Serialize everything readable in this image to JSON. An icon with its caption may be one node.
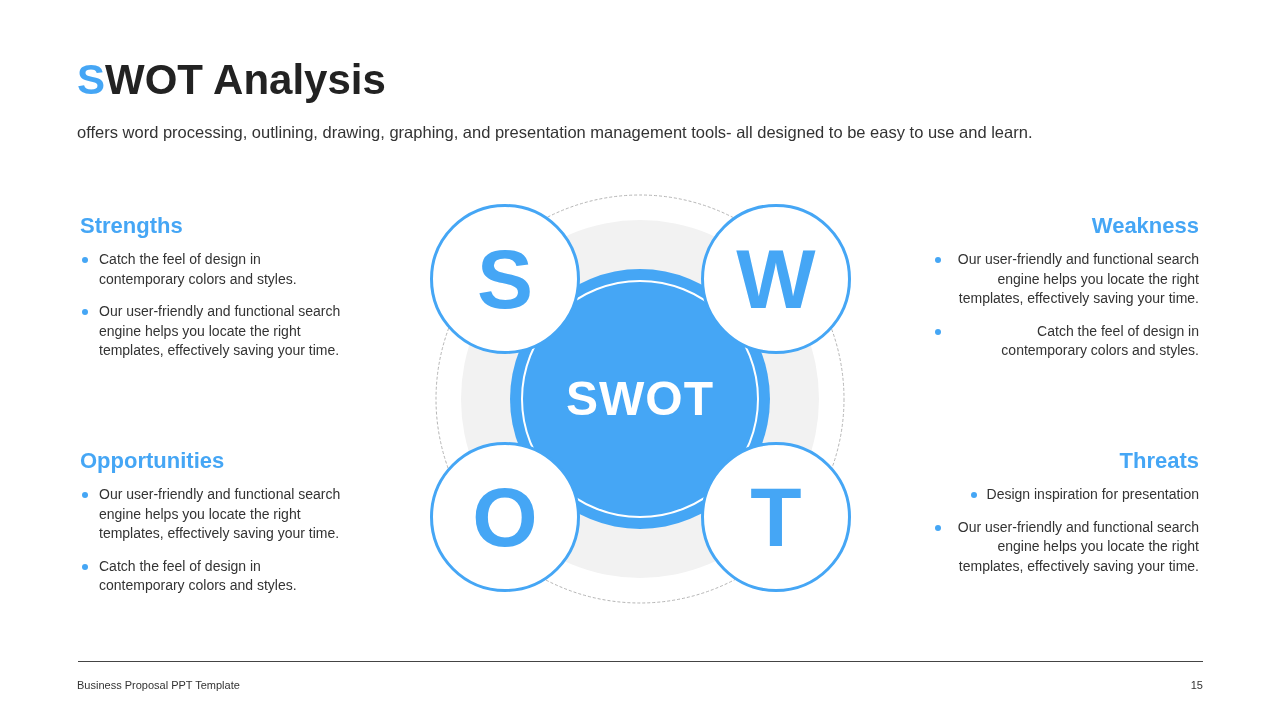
{
  "diagram": {
    "title": "SWOT Analysis",
    "nodes": [
      {
        "text": [
          "SWOT"
        ]
      },
      {
        "text": [
          "S"
        ]
      },
      {
        "text": [
          "W"
        ]
      },
      {
        "text": [
          "O"
        ]
      },
      {
        "text": [
          "T"
        ]
      }
    ],
    "labels": [
      "offers word processing, outlining, drawing, graphing, and presentation management tools- all designed to be easy to use and learn.",
      "Strengths",
      "Catch the feel of design in contemporary colors and styles.",
      "Our user-friendly and functional search engine helps you locate the right templates, effectively saving your time.",
      "Weakness",
      "Our user-friendly and functional search engine helps you locate the right templates, effectively saving your time.",
      "Catch the feel of design in contemporary colors and styles.",
      "Opportunities",
      "Our user-friendly and functional search engine helps you locate the right templates, effectively saving your time.",
      "Catch the feel of design in contemporary colors and styles.",
      "Threats",
      "Design inspiration for presentation",
      "Our user-friendly and functional search engine helps you locate the right templates, effectively saving your time.",
      "Business Proposal PPT Template",
      "15"
    ]
  }
}
